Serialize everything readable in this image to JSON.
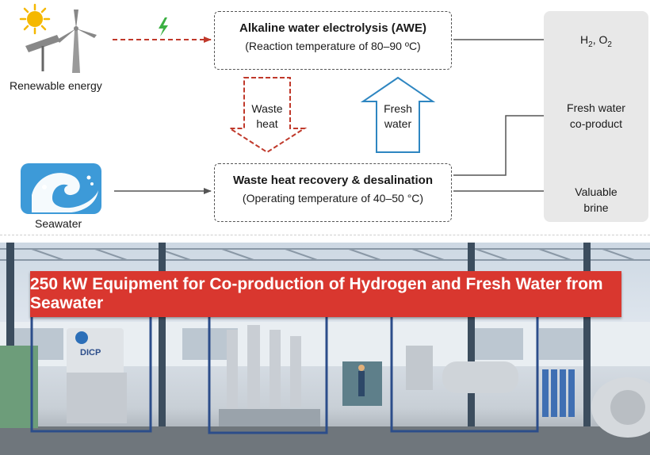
{
  "energy_label": "Renewable energy",
  "seawater_label": "Seawater",
  "awe_box": {
    "title": "Alkaline water electrolysis (AWE)",
    "subtitle": "(Reaction temperature of 80–90 ºC)"
  },
  "desal_box": {
    "title": "Waste heat recovery & desalination",
    "subtitle": "(Operating temperature of 40–50 °C)"
  },
  "waste_heat_arrow": {
    "line1": "Waste",
    "line2": "heat"
  },
  "fresh_water_arrow": {
    "line1": "Fresh",
    "line2": "water"
  },
  "outputs": {
    "h2": "H",
    "h2_sub": "2",
    "sep": ", O",
    "o2_sub": "2",
    "fresh_line1": "Fresh water",
    "fresh_line2": "co-product",
    "brine_line1": "Valuable",
    "brine_line2": "brine"
  },
  "photo": {
    "banner": "250 kW Equipment for Co-production of Hydrogen and Fresh Water from Seawater",
    "tank_logo": "DICP"
  },
  "colors": {
    "waste_heat": "#c0392b",
    "fresh_water": "#2e86c1",
    "lightning": "#3cb043",
    "sun": "#f5b800",
    "seawater": "#3d9ad8",
    "banner": "#d9372f"
  }
}
